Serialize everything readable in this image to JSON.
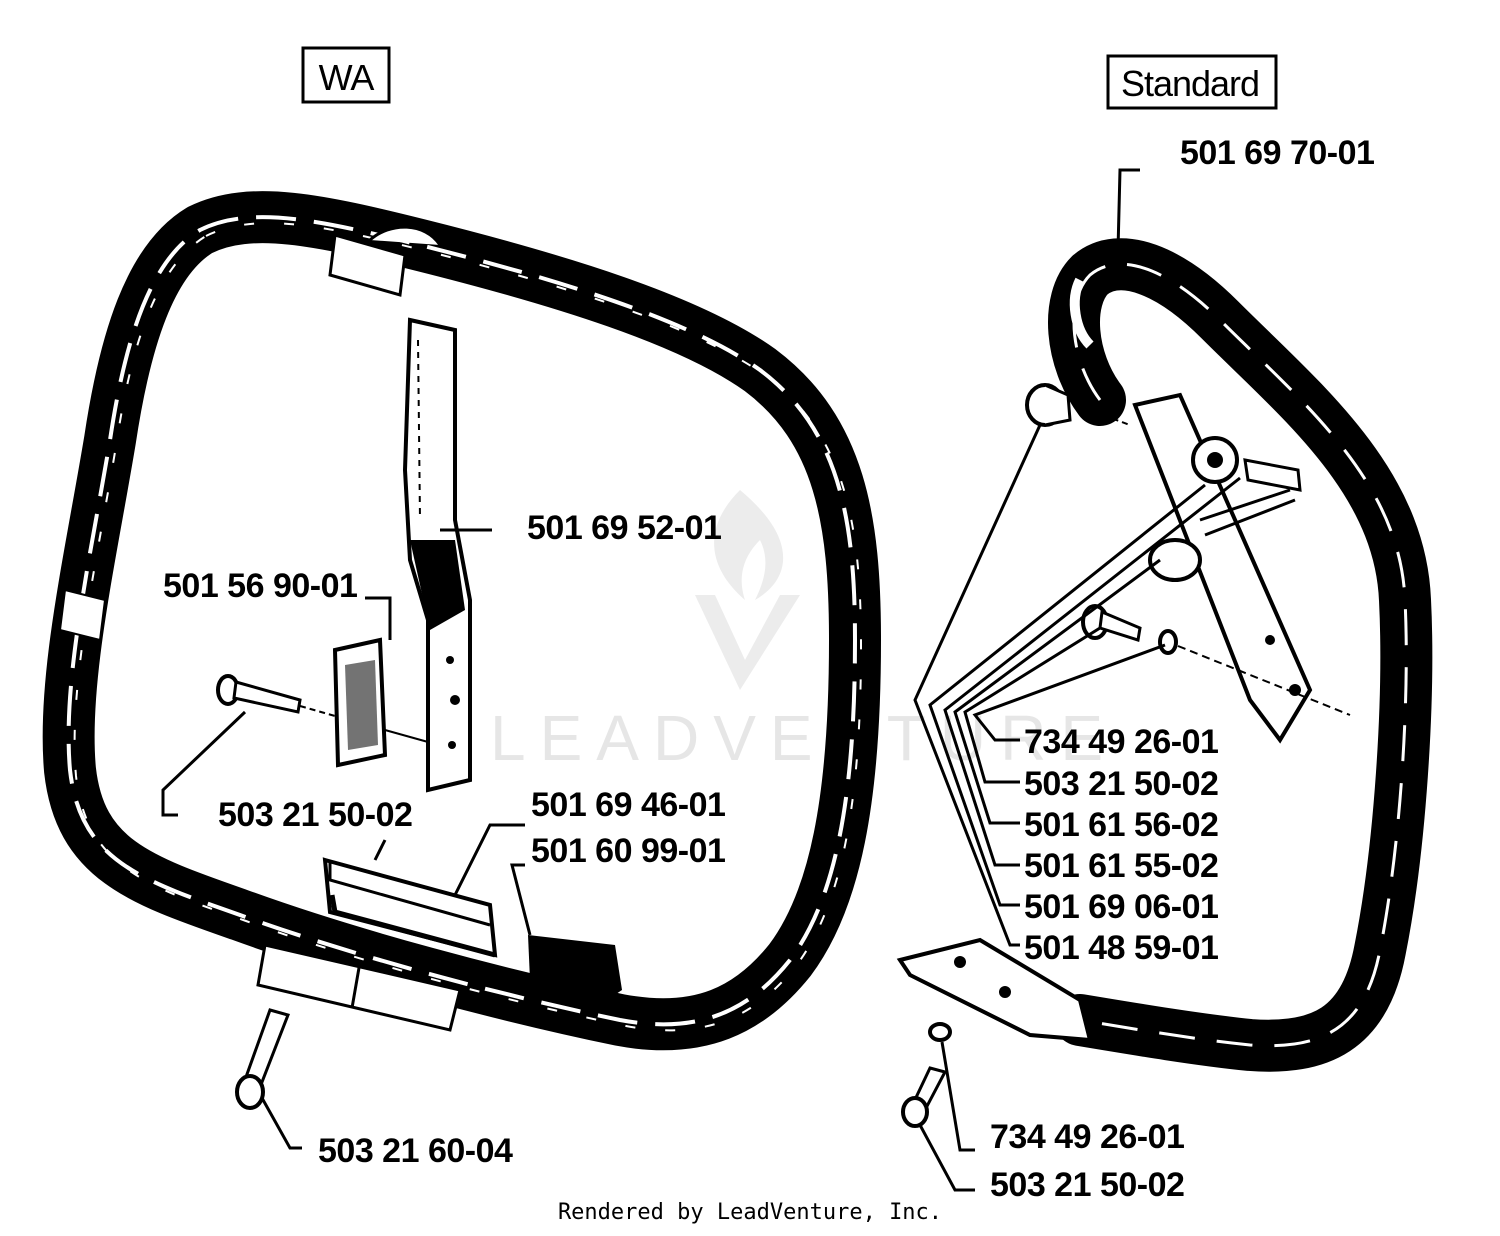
{
  "header": {
    "wa_label": "WA",
    "standard_label": "Standard"
  },
  "watermark": {
    "text": "LEADVENTURE"
  },
  "parts": {
    "wa": {
      "p1": "501 69 52-01",
      "p2": "501 56 90-01",
      "p3": "503 21 50-02",
      "p4": "501 69 46-01",
      "p5": "501 60 99-01",
      "p6": "503 21 60-04"
    },
    "standard": {
      "p1": "501 69 70-01",
      "p2": "734 49 26-01",
      "p3": "503 21 50-02",
      "p4": "501 61 56-02",
      "p5": "501 61 55-02",
      "p6": "501 69 06-01",
      "p7": "501 48 59-01",
      "p8": "734 49 26-01",
      "p9": "503 21 50-02"
    }
  },
  "footer": {
    "text": "Rendered by LeadVenture, Inc."
  }
}
